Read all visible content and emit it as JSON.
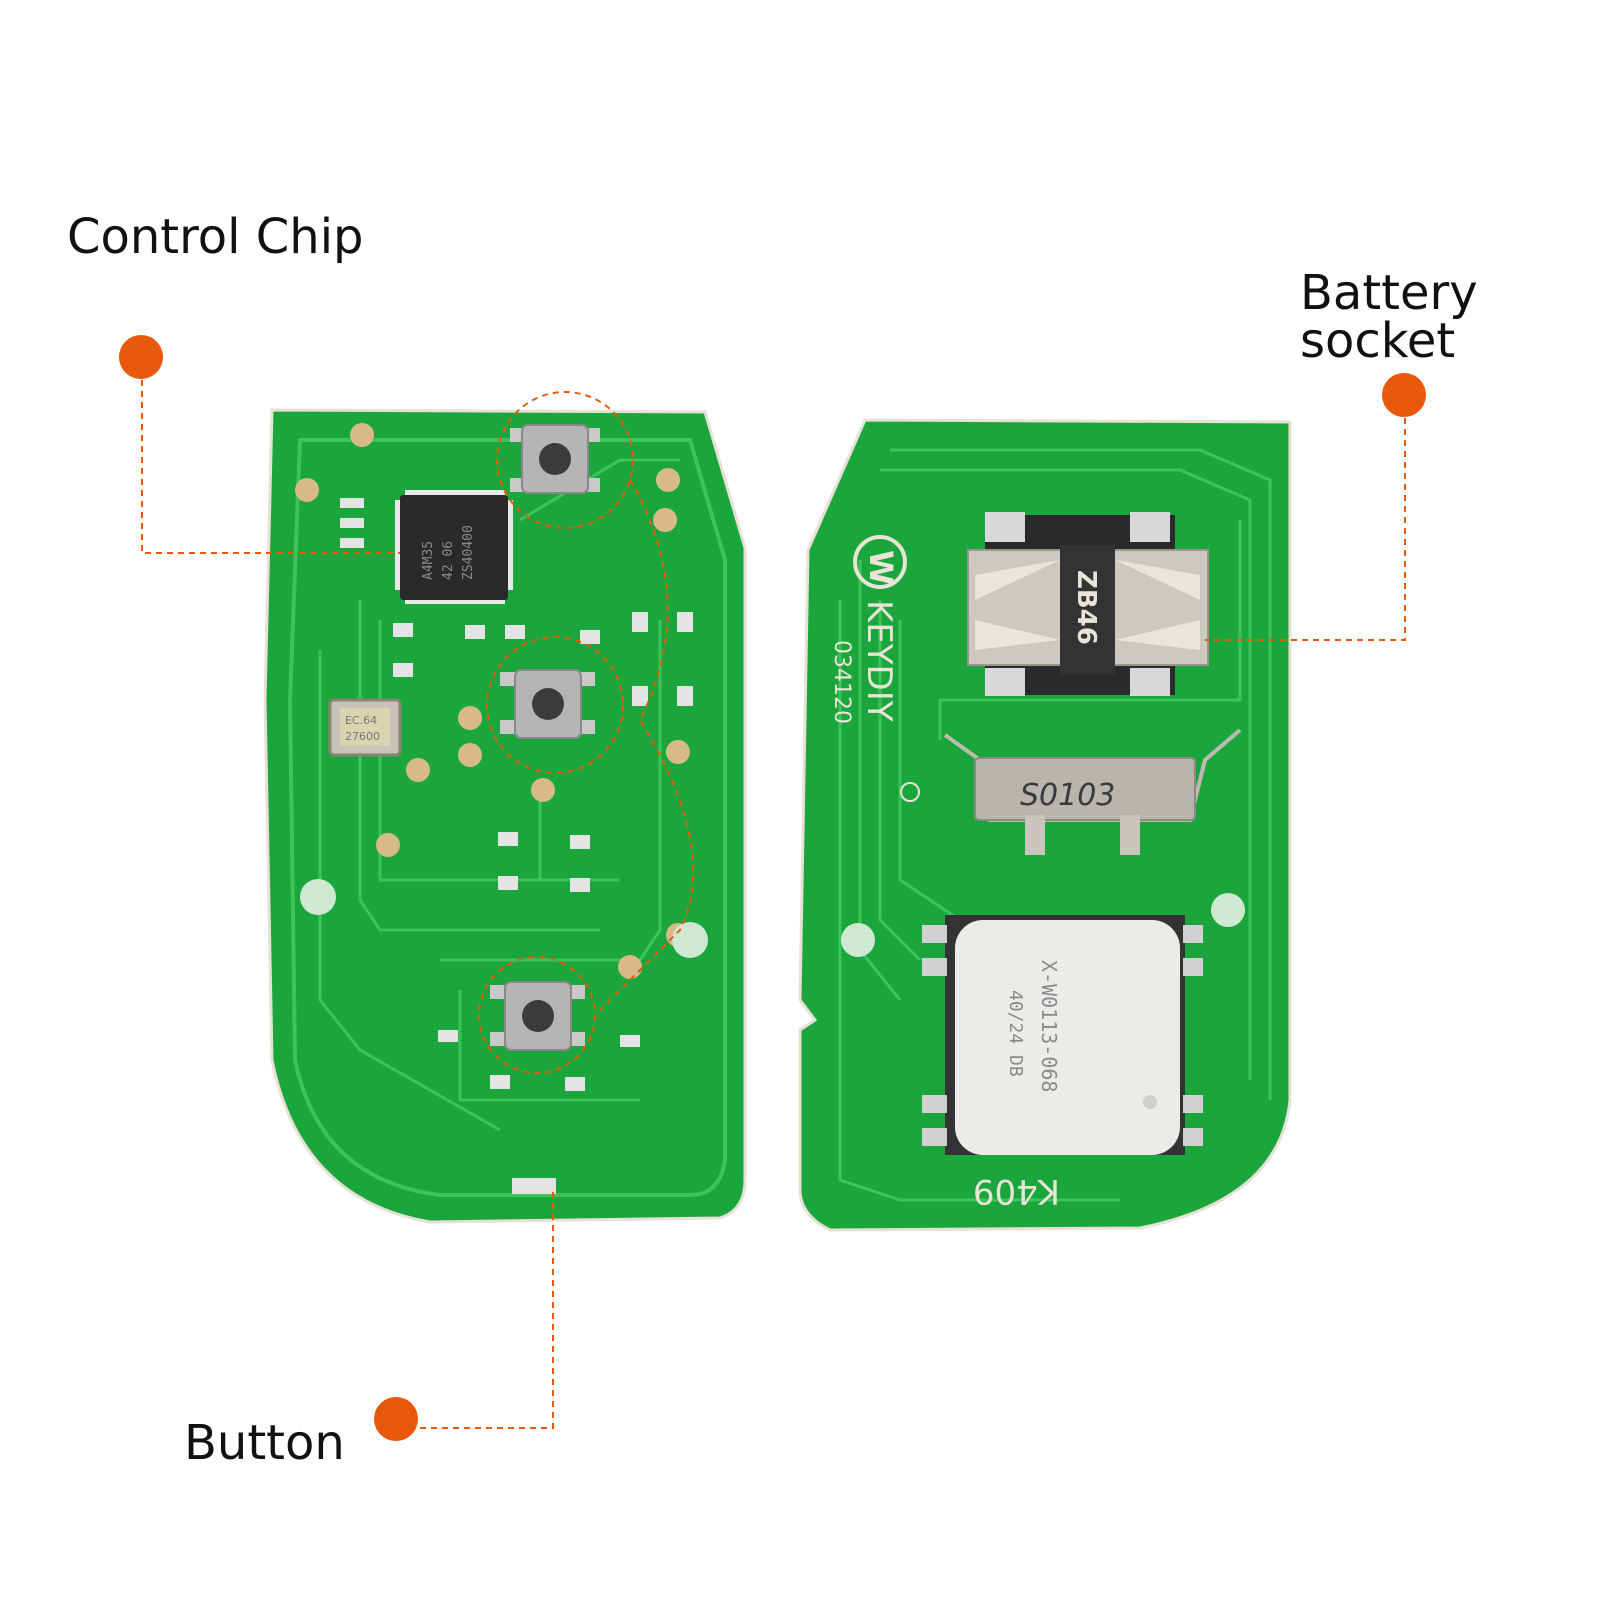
{
  "callouts": {
    "control_chip": "Control Chip",
    "battery_socket_line1": "Battery",
    "battery_socket_line2": "socket",
    "button": "Button"
  },
  "colors": {
    "pcb": "#1aa63c",
    "trace": "#3cc45a",
    "marker": "#e8590c",
    "pad": "#d8b98a"
  },
  "board_left": {
    "chip_line1": "A4M35",
    "chip_line2": "42 06",
    "chip_line3": "ZS40400",
    "crystal_line1": "EC.64",
    "crystal_line2": "27600"
  },
  "board_right": {
    "brand": "KEYDIY",
    "brand_mark": "W",
    "code": "034120",
    "battery_label": "ZB46",
    "clip_label": "S0103",
    "module_line1": "X-W0113-068",
    "module_line2": "40/24 DB",
    "model": "K409"
  }
}
